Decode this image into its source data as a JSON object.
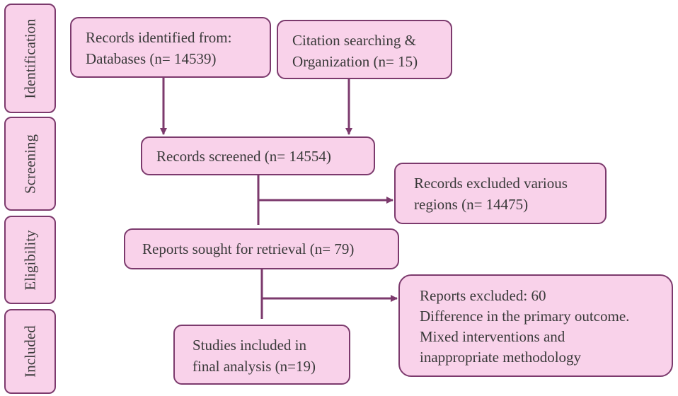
{
  "phases": {
    "identification": "Identification",
    "screening": "Screening",
    "eligibility": "Eligibility",
    "included": "Included"
  },
  "boxes": {
    "records_identified": {
      "line1": "Records identified from:",
      "line2": "Databases (n= 14539)"
    },
    "citation_searching": {
      "line1": "Citation searching &",
      "line2": "Organization (n= 15)"
    },
    "records_screened": {
      "line1": "Records screened (n= 14554)"
    },
    "records_excluded": {
      "line1": "Records excluded various",
      "line2": "regions (n= 14475)"
    },
    "reports_sought": {
      "line1": "Reports sought for retrieval (n= 79)"
    },
    "reports_excluded": {
      "line1": "Reports excluded: 60",
      "line2": "Difference in the primary outcome.",
      "line3": "Mixed interventions and",
      "line4": "inappropriate methodology"
    },
    "studies_included": {
      "line1": "Studies included in",
      "line2": "final analysis (n=19)"
    }
  },
  "colors": {
    "box_fill": "#f9d2ea",
    "border": "#7c3a6d",
    "arrow": "#7c3a6d",
    "text": "#3a3a3a"
  }
}
